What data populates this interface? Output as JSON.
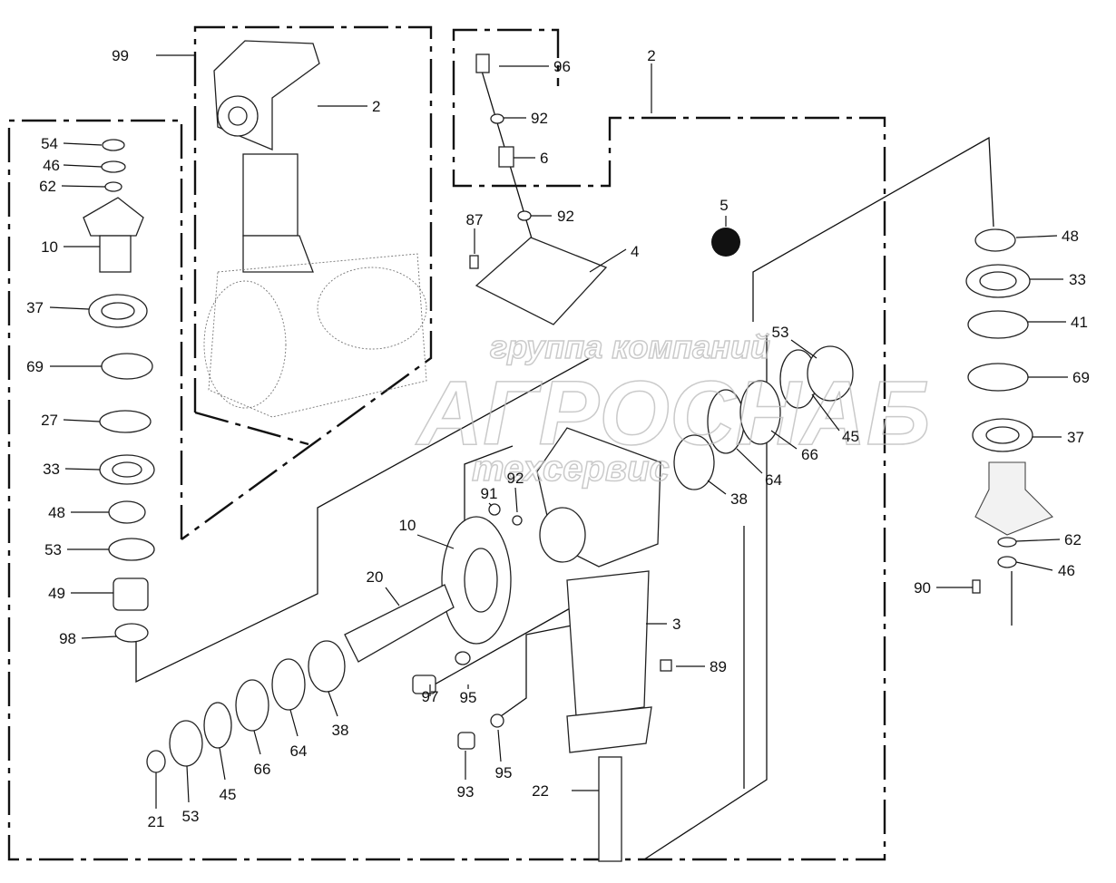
{
  "diagram": {
    "type": "exploded parts drawing",
    "callouts": [
      "99",
      "2",
      "54",
      "46",
      "62",
      "10",
      "37",
      "69",
      "27",
      "33",
      "48",
      "53",
      "49",
      "98",
      "96",
      "92",
      "6",
      "92",
      "87",
      "4",
      "2",
      "5",
      "53",
      "45",
      "66",
      "64",
      "38",
      "92",
      "91",
      "10",
      "20",
      "3",
      "89",
      "97",
      "95",
      "93",
      "95",
      "22",
      "21",
      "53",
      "45",
      "66",
      "64",
      "38",
      "48",
      "33",
      "41",
      "69",
      "37",
      "62",
      "46",
      "90"
    ],
    "watermark": {
      "line1": "группа компаний",
      "line2": "АГРОСНАБ",
      "line3": "техсервис"
    },
    "colors": {
      "ink": "#111111",
      "marker": "#111111",
      "watermark": "#bdbdbd"
    }
  }
}
